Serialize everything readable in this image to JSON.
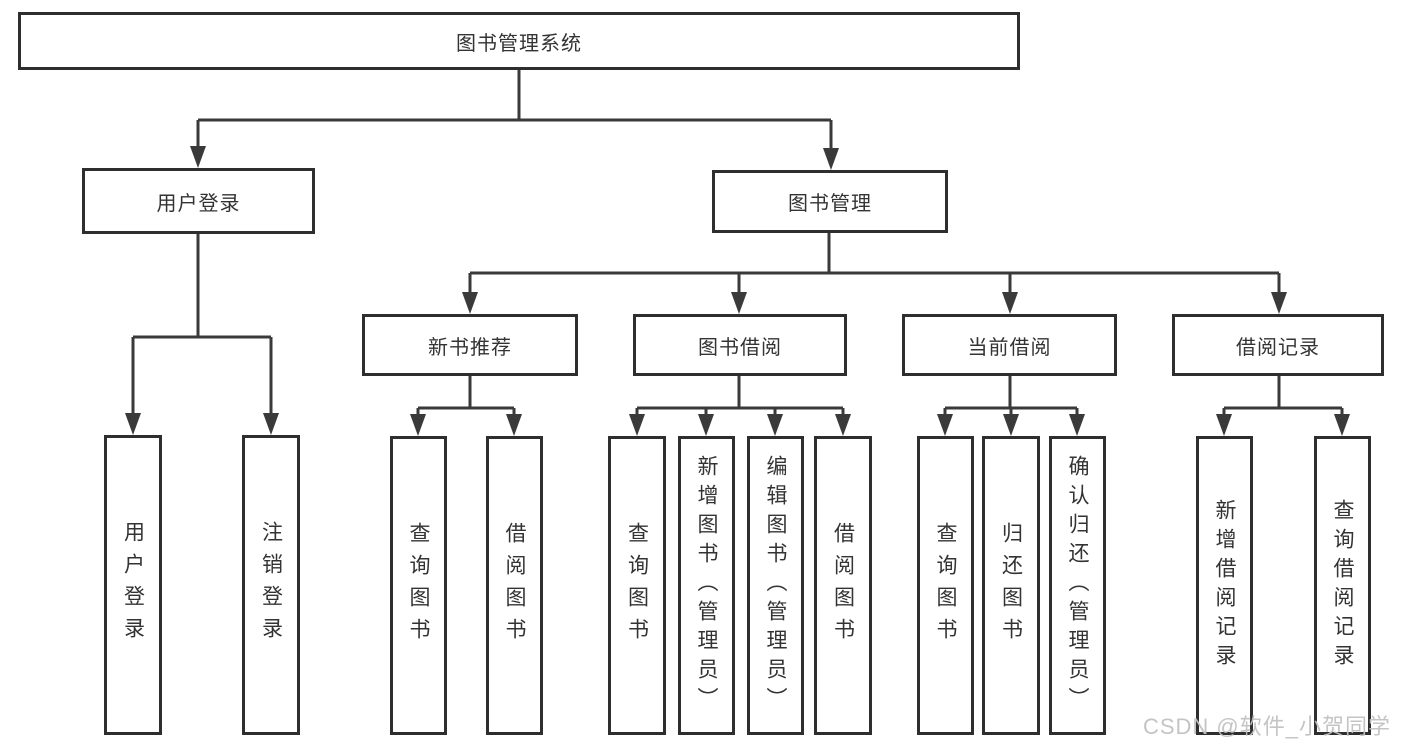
{
  "diagram": {
    "title": "图书管理系统",
    "type": "hierarchy-tree",
    "colors": {
      "line": "#3a3a3a",
      "box_border": "#2e2e2e",
      "text": "#333333",
      "watermark": "#c1c1c1",
      "background": "#ffffff"
    },
    "nodes": {
      "root": {
        "label": "图书管理系统"
      },
      "user_login": {
        "label": "用户登录"
      },
      "book_mgmt": {
        "label": "图书管理"
      },
      "new_book_rec": {
        "label": "新书推荐"
      },
      "book_borrow": {
        "label": "图书借阅"
      },
      "current_borrow": {
        "label": "当前借阅"
      },
      "borrow_records": {
        "label": "借阅记录"
      },
      "leaf_user_login": {
        "label": "用户登录"
      },
      "leaf_logout": {
        "label": "注销登录"
      },
      "rec_query_book": {
        "label": "查询图书"
      },
      "rec_borrow_book": {
        "label": "借阅图书"
      },
      "bb_query_book": {
        "label": "查询图书"
      },
      "bb_add_book": {
        "label": "新增图书（管理员）"
      },
      "bb_edit_book": {
        "label": "编辑图书（管理员）"
      },
      "bb_borrow_book": {
        "label": "借阅图书"
      },
      "cb_query_book": {
        "label": "查询图书"
      },
      "cb_return_book": {
        "label": "归还图书"
      },
      "cb_confirm_return": {
        "label": "确认归还（管理员）"
      },
      "br_add_record": {
        "label": "新增借阅记录"
      },
      "br_query_record": {
        "label": "查询借阅记录"
      }
    },
    "edges": [
      {
        "from": "root",
        "to": "user_login"
      },
      {
        "from": "root",
        "to": "book_mgmt"
      },
      {
        "from": "user_login",
        "to": "leaf_user_login"
      },
      {
        "from": "user_login",
        "to": "leaf_logout"
      },
      {
        "from": "book_mgmt",
        "to": "new_book_rec"
      },
      {
        "from": "book_mgmt",
        "to": "book_borrow"
      },
      {
        "from": "book_mgmt",
        "to": "current_borrow"
      },
      {
        "from": "book_mgmt",
        "to": "borrow_records"
      },
      {
        "from": "new_book_rec",
        "to": "rec_query_book"
      },
      {
        "from": "new_book_rec",
        "to": "rec_borrow_book"
      },
      {
        "from": "book_borrow",
        "to": "bb_query_book"
      },
      {
        "from": "book_borrow",
        "to": "bb_add_book"
      },
      {
        "from": "book_borrow",
        "to": "bb_edit_book"
      },
      {
        "from": "book_borrow",
        "to": "bb_borrow_book"
      },
      {
        "from": "current_borrow",
        "to": "cb_query_book"
      },
      {
        "from": "current_borrow",
        "to": "cb_return_book"
      },
      {
        "from": "current_borrow",
        "to": "cb_confirm_return"
      },
      {
        "from": "borrow_records",
        "to": "br_add_record"
      },
      {
        "from": "borrow_records",
        "to": "br_query_record"
      }
    ],
    "watermark": "CSDN @软件_小贺同学"
  }
}
